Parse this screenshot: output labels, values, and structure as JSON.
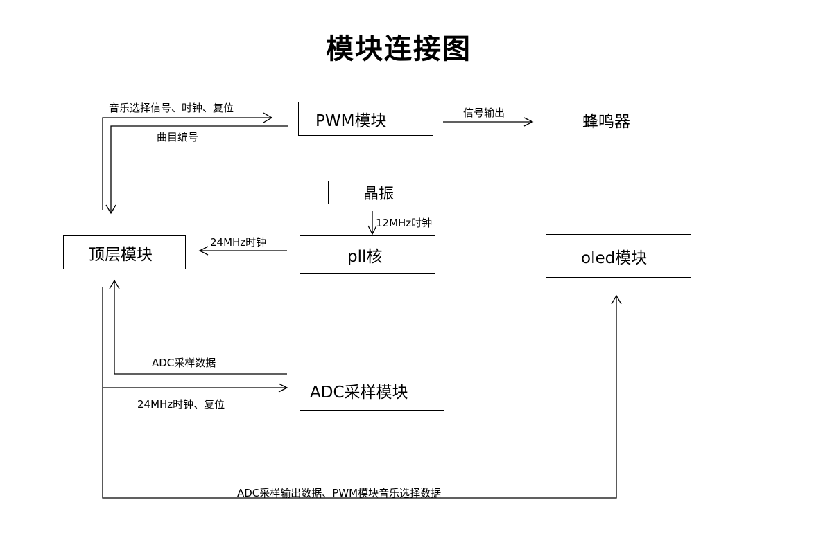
{
  "title": "模块连接图",
  "boxes": {
    "pwm": "PWM模块",
    "buzzer": "蜂鸣器",
    "crystal": "晶振",
    "top": "顶层模块",
    "pll": "pll核",
    "oled": "oled模块",
    "adc": "ADC采样模块"
  },
  "labels": {
    "music_select": "音乐选择信号、时钟、复位",
    "song_number": "曲目编号",
    "signal_output": "信号输出",
    "clk_12m": "12MHz时钟",
    "clk_24m": "24MHz时钟",
    "adc_data": "ADC采样数据",
    "clk_24m_reset": "24MHz时钟、复位",
    "oled_data": "ADC采样输出数据、PWM模块音乐选择数据"
  }
}
